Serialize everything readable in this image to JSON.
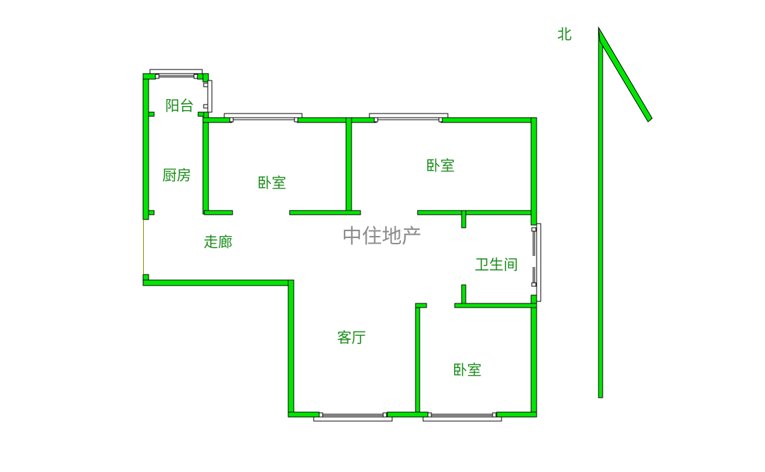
{
  "plan": {
    "watermark": "中住地产",
    "compass_label": "北",
    "wall_color": "#00e600",
    "text_color": "#1a8c1a",
    "rooms": [
      {
        "id": "balcony",
        "label": "阳台"
      },
      {
        "id": "kitchen",
        "label": "厨房"
      },
      {
        "id": "bedroom_north_west",
        "label": "卧室"
      },
      {
        "id": "bedroom_north_east",
        "label": "卧室"
      },
      {
        "id": "corridor",
        "label": "走廊"
      },
      {
        "id": "bathroom",
        "label": "卫生间"
      },
      {
        "id": "living_room",
        "label": "客厅"
      },
      {
        "id": "bedroom_south",
        "label": "卧室"
      }
    ]
  }
}
